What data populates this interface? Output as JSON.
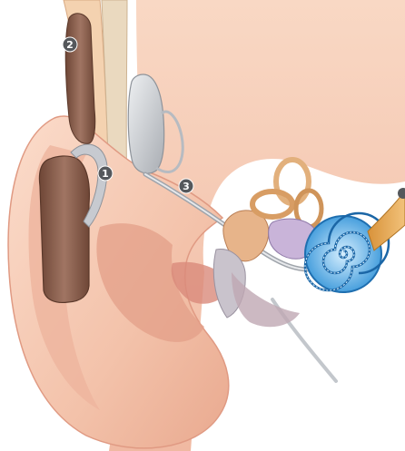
{
  "diagram": {
    "callouts": [
      {
        "id": "c1",
        "label": "1"
      },
      {
        "id": "c2",
        "label": "2"
      },
      {
        "id": "c3",
        "label": "3"
      }
    ]
  },
  "colors": {
    "skin": "#f6cdb8",
    "skin_shadow": "#e9a98f",
    "skin_deep": "#d9897a",
    "processor": "#8b5f4e",
    "implant": "#c9ccd1",
    "cochlea": "#2b8fd6",
    "cochlea_light": "#bfe3fb",
    "nerve": "#e3a54a",
    "ossicle": "#e7b48a",
    "callout": "#55585c"
  }
}
